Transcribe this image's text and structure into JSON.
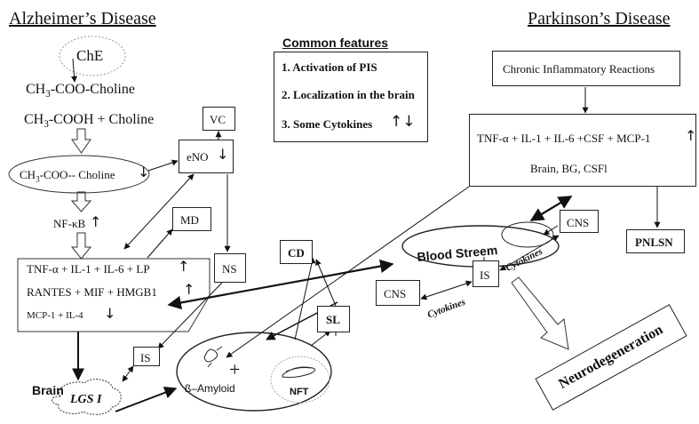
{
  "left_title": "Alzheimer’s Disease",
  "right_title": "Parkinson’s Disease",
  "common": {
    "title": "Common features",
    "items": [
      "1. Activation of PIS",
      "2. Localization in the brain",
      "3. Some Cytokines"
    ]
  },
  "alz": {
    "che": "ChE",
    "acetylcholine": "CH3-COO-Choline",
    "hydrolysis": "CH3-COOH  +  Choline",
    "oval": "CH3-COO-- Choline",
    "nfkb": "NF-κB",
    "vc": "VC",
    "eno": "eNO",
    "md": "MD",
    "ns": "NS",
    "cyt_line1": "TNF-α + IL-1 + IL-6 + LP",
    "cyt_line2": "RANTES + MIF + HMGB1",
    "cyt_line3": "MCP-1 + IL-4",
    "is_left": "IS",
    "brain": "Brain",
    "lgs": "LGS I",
    "cd": "CD",
    "sl": "SL",
    "amyloid": "ß–Amyloid",
    "nft": "NFT",
    "plus": "+"
  },
  "park": {
    "chronic": "Chronic Inflammatory Reactions",
    "cyt_line1": "TNF-α + IL-1 + IL-6 +CSF + MCP-1",
    "cyt_line2": "Brain, BG, CSFl",
    "pnlsn": "PNLSN",
    "blood": "Blood Streem",
    "cns_top": "CNS",
    "cns_left": "CNS",
    "is_mid": "IS",
    "cytokines_a": "Cytokines",
    "cytokines_b": "Cytokines",
    "neuro": "Neurodegeneration"
  },
  "arrows": {
    "up": "↑",
    "down": "↓",
    "updown": "↑↓"
  }
}
